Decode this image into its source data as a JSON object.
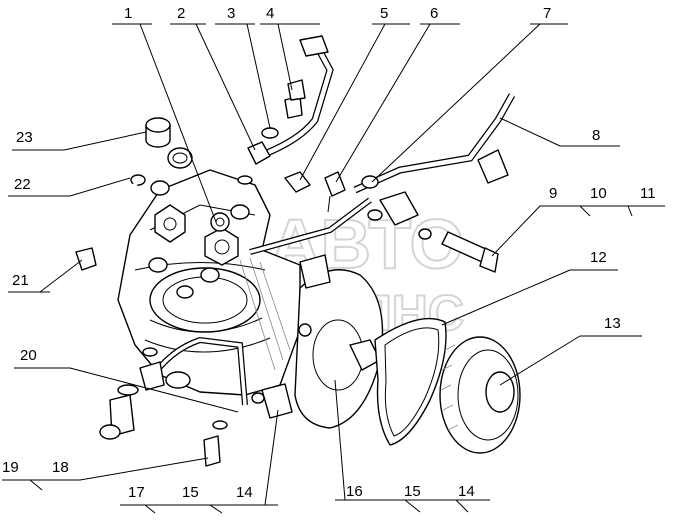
{
  "watermark": {
    "line1": "АВТО",
    "line2": "АЛЬЯНС"
  },
  "callouts": [
    {
      "id": "c1",
      "label": "1"
    },
    {
      "id": "c2",
      "label": "2"
    },
    {
      "id": "c3",
      "label": "3"
    },
    {
      "id": "c4",
      "label": "4"
    },
    {
      "id": "c5",
      "label": "5"
    },
    {
      "id": "c6",
      "label": "6"
    },
    {
      "id": "c7",
      "label": "7"
    },
    {
      "id": "c8",
      "label": "8"
    },
    {
      "id": "c9",
      "label": "9"
    },
    {
      "id": "c10",
      "label": "10"
    },
    {
      "id": "c11",
      "label": "11"
    },
    {
      "id": "c12",
      "label": "12"
    },
    {
      "id": "c13",
      "label": "13"
    },
    {
      "id": "c14a",
      "label": "14"
    },
    {
      "id": "c14b",
      "label": "14"
    },
    {
      "id": "c15a",
      "label": "15"
    },
    {
      "id": "c15b",
      "label": "15"
    },
    {
      "id": "c16",
      "label": "16"
    },
    {
      "id": "c17",
      "label": "17"
    },
    {
      "id": "c18",
      "label": "18"
    },
    {
      "id": "c19",
      "label": "19"
    },
    {
      "id": "c20",
      "label": "20"
    },
    {
      "id": "c21",
      "label": "21"
    },
    {
      "id": "c22",
      "label": "22"
    },
    {
      "id": "c23",
      "label": "23"
    }
  ]
}
